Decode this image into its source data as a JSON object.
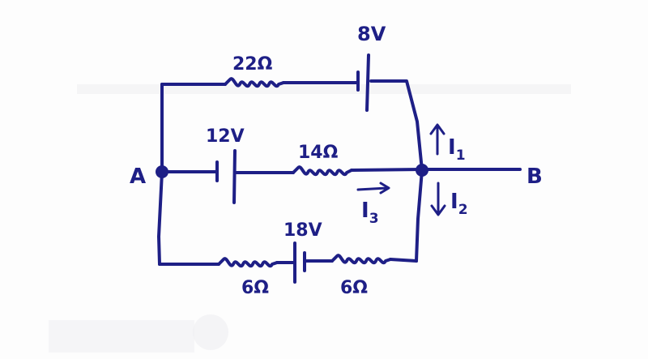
{
  "diagram": {
    "colors": {
      "ink": "#1e1f86",
      "background": "#fdfdfd",
      "bleed_through": "#c9c9d2"
    },
    "nodes": {
      "left": "A",
      "right": "B"
    },
    "top_branch": {
      "resistor": "22Ω",
      "battery": "8V"
    },
    "middle_branch": {
      "battery": "12V",
      "resistor": "14Ω"
    },
    "bottom_branch": {
      "resistor_left": "6Ω",
      "battery": "18V",
      "resistor_right": "6Ω"
    },
    "currents": {
      "i1": {
        "letter": "I",
        "subscript": "1"
      },
      "i2": {
        "letter": "I",
        "subscript": "2"
      },
      "i3": {
        "letter": "I",
        "subscript": "3"
      }
    }
  }
}
